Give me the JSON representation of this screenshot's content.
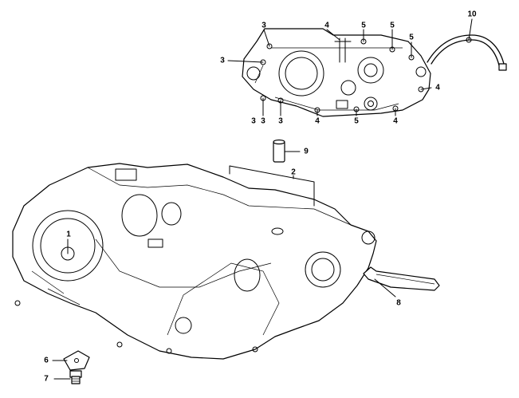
{
  "callouts": [
    {
      "id": "c1",
      "text": "1"
    },
    {
      "id": "c2",
      "text": "2"
    },
    {
      "id": "c3a",
      "text": "3"
    },
    {
      "id": "c3b",
      "text": "3"
    },
    {
      "id": "c3c",
      "text": "3"
    },
    {
      "id": "c3d",
      "text": "3"
    },
    {
      "id": "c3e",
      "text": "3"
    },
    {
      "id": "c4a",
      "text": "4"
    },
    {
      "id": "c4b",
      "text": "4"
    },
    {
      "id": "c4c",
      "text": "4"
    },
    {
      "id": "c4d",
      "text": "4"
    },
    {
      "id": "c5a",
      "text": "5"
    },
    {
      "id": "c5b",
      "text": "5"
    },
    {
      "id": "c5c",
      "text": "5"
    },
    {
      "id": "c5d",
      "text": "5"
    },
    {
      "id": "c6",
      "text": "6"
    },
    {
      "id": "c7",
      "text": "7"
    },
    {
      "id": "c8",
      "text": "8"
    },
    {
      "id": "c9",
      "text": "9"
    },
    {
      "id": "c10",
      "text": "10"
    }
  ],
  "parts": [
    "upper-crankcase-half",
    "crankcase-assembly",
    "bolt",
    "nut",
    "crankcase-cover-bolt",
    "plate",
    "drain-plug",
    "kick-lever-shaft",
    "dowel-pin",
    "breather-hose"
  ],
  "colors": {
    "line": "#000000",
    "background": "#ffffff"
  }
}
